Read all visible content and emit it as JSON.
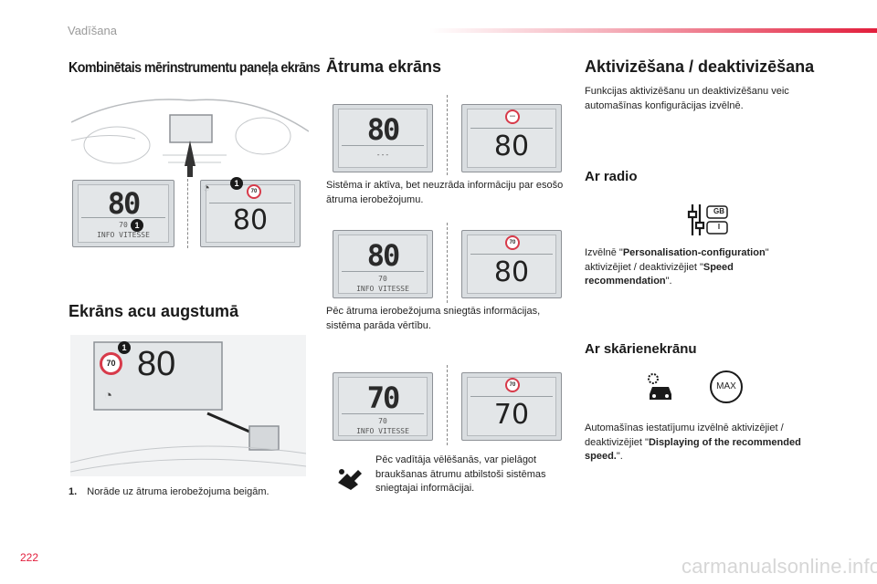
{
  "header": {
    "title": "Vadīšana"
  },
  "page_number": "222",
  "watermark": "carmanualsonline.info",
  "colors": {
    "accent": "#e21e3c",
    "sign_ring": "#d73a4a",
    "lcd_bg": "#d9dde0"
  },
  "sections": {
    "combi": {
      "heading": "Kombinētais mērinstrumentu paneļa ekrāns"
    },
    "speed": {
      "heading": "Ātruma ekrāns",
      "text1": "Sistēma ir aktīva, bet neuzrāda informāciju par esošo ātruma ierobežojumu.",
      "text2": "Pēc ātruma ierobežojuma sniegtās informācijas, sistēma parāda vērtību.",
      "text3": "Pēc vadītāja vēlēšanās, var pielāgot braukšanas ātrumu atbilstoši sistēmas sniegtajai informācijai."
    },
    "hud": {
      "heading": "Ekrāns acu augstumā",
      "note_number": "1.",
      "note_text": "Norāde uz ātruma ierobežojuma beigām."
    },
    "activation": {
      "heading": "Aktivizēšana / deaktivizēšana",
      "text": "Funkcijas aktivizēšanu un deaktivizēšanu veic automašīnas konfigurācijas izvēlnē."
    },
    "radio": {
      "heading": "Ar radio",
      "text_pre": "Izvēlnē \"",
      "menu": "Personalisation-configuration",
      "text_mid": "\" aktivizējiet / deaktivizējiet \"",
      "option": "Speed recommendation",
      "text_post": "\".",
      "icon_label_gb": "GB",
      "icon_label_i": "I"
    },
    "touch": {
      "heading": "Ar skārienekrānu",
      "text_pre": "Automašīnas iestatījumu izvēlnē aktivizējiet / deaktivizējiet \"",
      "option": "Displaying of the recommended speed.",
      "text_post": "\".",
      "max_label": "MAX"
    }
  },
  "displays": {
    "combi_left": {
      "big": "80",
      "small1": "70",
      "small2": "INFO VITESSE",
      "callout": "1"
    },
    "combi_right": {
      "big": "80",
      "sign": "70",
      "callout": "1"
    },
    "s1_left": {
      "big": "80",
      "small1": "---"
    },
    "s1_right": {
      "big": "80",
      "sign": "---"
    },
    "s2_left": {
      "big": "80",
      "small1": "70",
      "small2": "INFO VITESSE"
    },
    "s2_right": {
      "big": "80",
      "sign": "70"
    },
    "s3_left": {
      "big": "70",
      "small1": "70",
      "small2": "INFO VITESSE"
    },
    "s3_right": {
      "big": "70",
      "sign": "70"
    },
    "hud": {
      "big": "80",
      "sign": "70",
      "callout": "1"
    }
  }
}
